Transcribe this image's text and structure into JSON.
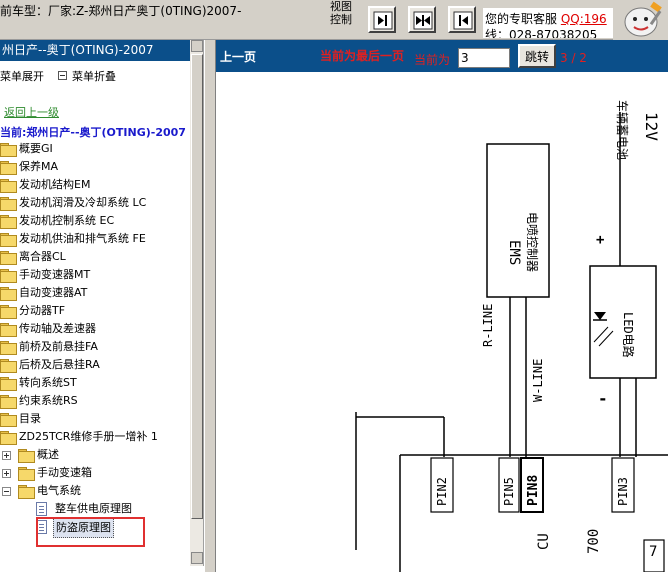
{
  "top": {
    "vehicle_label": "前车型：厂家:Z-郑州日产奥丁(0TING)2007-",
    "view_control": "视图控制",
    "support_line1": "您的专职客服",
    "support_qq": "QQ:196",
    "support_line2": "线：028-87038205"
  },
  "left": {
    "header": "州日产--奥丁(OTING)-2007",
    "expand_all": "菜单展开",
    "collapse_all": "菜单折叠",
    "back_link": "返回上一级",
    "current": "当前:郑州日产--奥丁(OTING)-2007",
    "items": [
      "概要GI",
      "保养MA",
      "发动机结构EM",
      "发动机润滑及冷却系统 LC",
      "发动机控制系统 EC",
      "发动机供油和排气系统 FE",
      "离合器CL",
      "手动变速器MT",
      "自动变速器AT",
      "分动器TF",
      "传动轴及差速器",
      "前桥及前悬挂FA",
      "后桥及后悬挂RA",
      "转向系统ST",
      "约束系统RS",
      "目录",
      "ZD25TCR维修手册一增补 1"
    ],
    "sub_items": [
      "概述",
      "手动变速箱",
      "电气系统"
    ],
    "docs": [
      "整车供电原理图",
      "防盗原理图"
    ]
  },
  "right": {
    "prev_page": "上一页",
    "last_page_notice": "当前为最后一页",
    "current_is": "当前为",
    "page_value": "3",
    "jump": "跳转",
    "page_count": "3 / 2"
  },
  "diagram": {
    "ems_label": "EMS",
    "ems_sub": "电喷控制器",
    "battery_label": "车辆蓄电池",
    "battery_voltage": "12V",
    "led_label": "LED电路",
    "plus": "+",
    "minus": "-",
    "r_line": "R-LINE",
    "w_line": "W-LINE",
    "pin2": "PIN2",
    "pin5": "PIN5",
    "pin8": "PIN8",
    "pin3": "PIN3",
    "cu": "CU",
    "num700": "700",
    "num7": "7"
  }
}
